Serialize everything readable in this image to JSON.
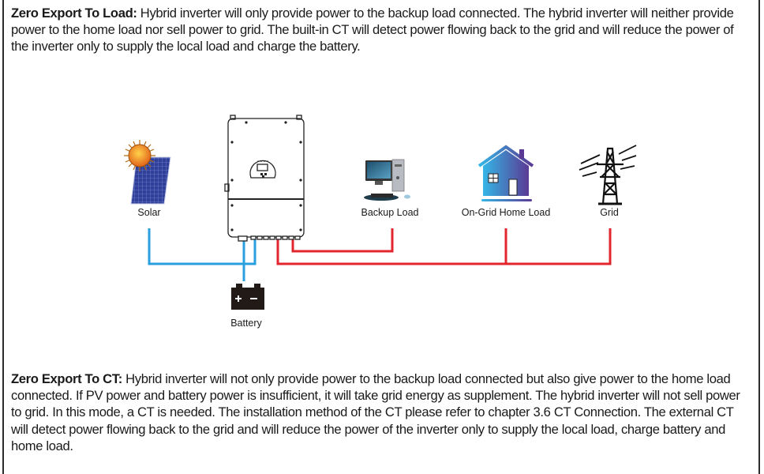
{
  "sections": [
    {
      "title": "Zero Export To Load:",
      "body": " Hybrid inverter will only provide power to the backup load connected. The hybrid inverter will neither provide power to the home load nor sell power to grid. The built-in CT will detect power flowing back to the grid and will reduce the power of the inverter only to supply the local load and charge the battery."
    },
    {
      "title": "Zero Export To CT:",
      "body": " Hybrid inverter will not only provide power to the backup load connected but also give power to the home load connected. If PV power and battery power is insufficient, it will take grid energy as supplement. The hybrid inverter will not sell power to grid. In this mode, a CT is needed. The installation method of the CT please refer to chapter 3.6 CT Connection. The external CT will detect power flowing back to the grid and will reduce the power of the inverter only to supply the local load, charge battery and home load."
    }
  ],
  "diagram": {
    "labels": {
      "solar": "Solar",
      "battery": "Battery",
      "backup_load": "Backup Load",
      "home_load": "On-Grid Home Load",
      "grid": "Grid"
    },
    "icons": {
      "solar": "solar-panel-icon",
      "inverter": "hybrid-inverter-icon",
      "battery": "battery-icon",
      "backup_load": "desktop-computer-icon",
      "home_load": "house-icon",
      "grid": "transmission-tower-icon"
    },
    "colors": {
      "dc_line": "#2a9fe0",
      "ac_line": "#e3262e",
      "battery": "#221a16",
      "panel": "#2f3f9a",
      "sun": "#f08a1c",
      "home_gradient_start": "#35b6e6",
      "home_gradient_end": "#5a3a94"
    }
  }
}
